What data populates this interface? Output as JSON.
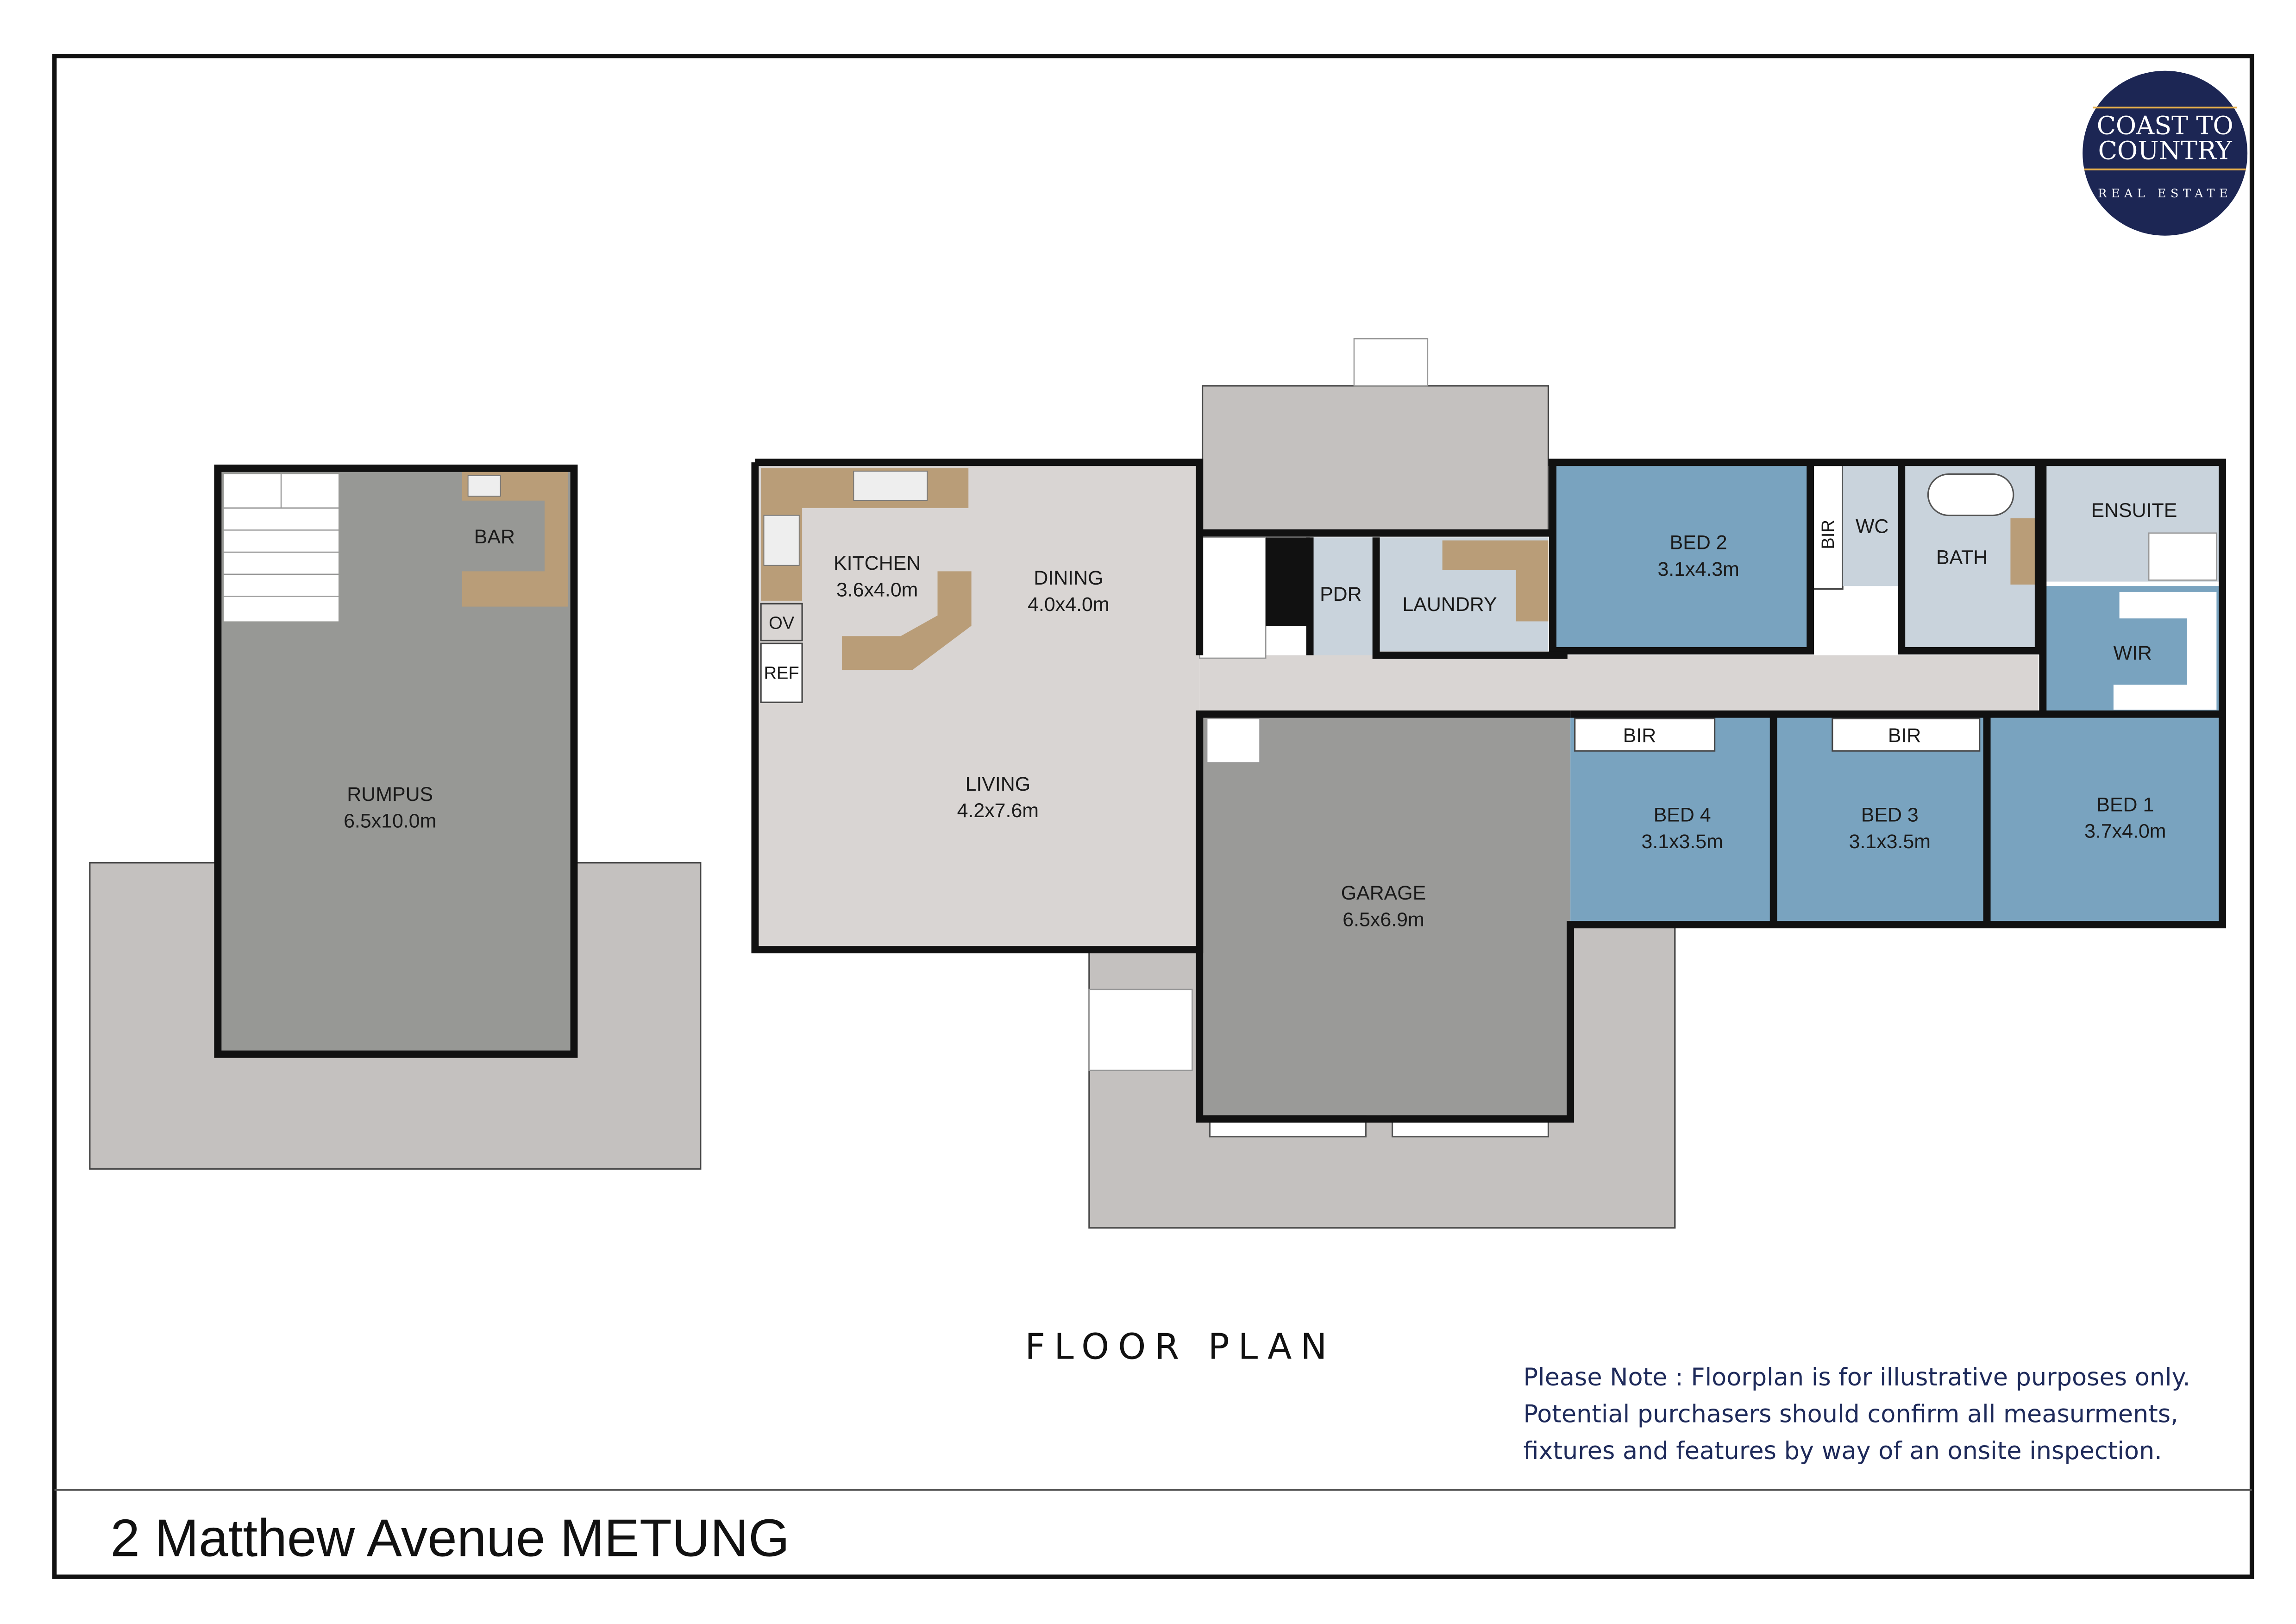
{
  "title": "FLOOR PLAN",
  "address": "2 Matthew Avenue METUNG",
  "logo": {
    "line1": "COAST TO",
    "line2": "COUNTRY",
    "line3": "REAL ESTATE",
    "bg": "#1c2654",
    "accent": "#e8b04a"
  },
  "note": [
    "Please Note : Floorplan is for illustrative purposes only.",
    "Potential purchasers should confirm all measurments,",
    "fixtures and features by way of an onsite inspection."
  ],
  "colors": {
    "bedroom": "#79a3bf",
    "wet": "#c9d3dc",
    "living": "#d9d5d3",
    "garage": "#9a9a98",
    "rumpus": "#979895",
    "deck": "#c4c1bf",
    "bench": "#b99d78"
  },
  "rooms": {
    "rumpus": {
      "name": "RUMPUS",
      "size": "6.5x10.0m"
    },
    "bar": {
      "name": "BAR"
    },
    "kitchen": {
      "name": "KITCHEN",
      "size": "3.6x4.0m"
    },
    "dining": {
      "name": "DINING",
      "size": "4.0x4.0m"
    },
    "living": {
      "name": "LIVING",
      "size": "4.2x7.6m"
    },
    "ov": {
      "name": "OV"
    },
    "ref": {
      "name": "REF"
    },
    "pdr": {
      "name": "PDR"
    },
    "laundry": {
      "name": "LAUNDRY"
    },
    "bed2": {
      "name": "BED 2",
      "size": "3.1x4.3m"
    },
    "bir_bed2": {
      "name": "BIR"
    },
    "wc": {
      "name": "WC"
    },
    "bath": {
      "name": "BATH"
    },
    "ensuite": {
      "name": "ENSUITE"
    },
    "wir": {
      "name": "WIR"
    },
    "garage": {
      "name": "GARAGE",
      "size": "6.5x6.9m"
    },
    "bed4": {
      "name": "BED 4",
      "size": "3.1x3.5m"
    },
    "bir_bed4": {
      "name": "BIR"
    },
    "bed3": {
      "name": "BED 3",
      "size": "3.1x3.5m"
    },
    "bir_bed3": {
      "name": "BIR"
    },
    "bed1": {
      "name": "BED 1",
      "size": "3.7x4.0m"
    }
  }
}
